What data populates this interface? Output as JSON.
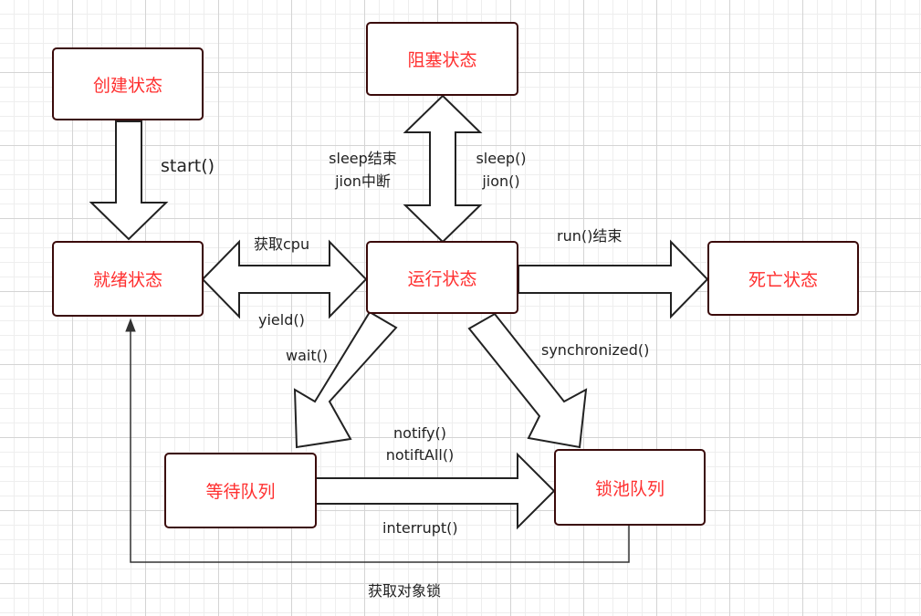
{
  "states": {
    "create": "创建状态",
    "blocked": "阻塞状态",
    "ready": "就绪状态",
    "running": "运行状态",
    "dead": "死亡状态",
    "wait_queue": "等待队列",
    "lock_pool": "锁池队列"
  },
  "edges": {
    "start": "start()",
    "sleep_end": "sleep结束",
    "jion_interrupt": "jion中断",
    "sleep": "sleep()",
    "jion": "jion()",
    "get_cpu": "获取cpu",
    "yield": "yield()",
    "run_end": "run()结束",
    "wait": "wait()",
    "synchronized": "synchronized()",
    "notify": "notify()",
    "notify_all": "notiftAll()",
    "interrupt": "interrupt()",
    "get_lock": "获取对象锁"
  },
  "colors": {
    "state_text": "#ff2f2f",
    "box_border": "#3a0a0a",
    "arrow_stroke": "#222222",
    "label_text": "#222222"
  }
}
